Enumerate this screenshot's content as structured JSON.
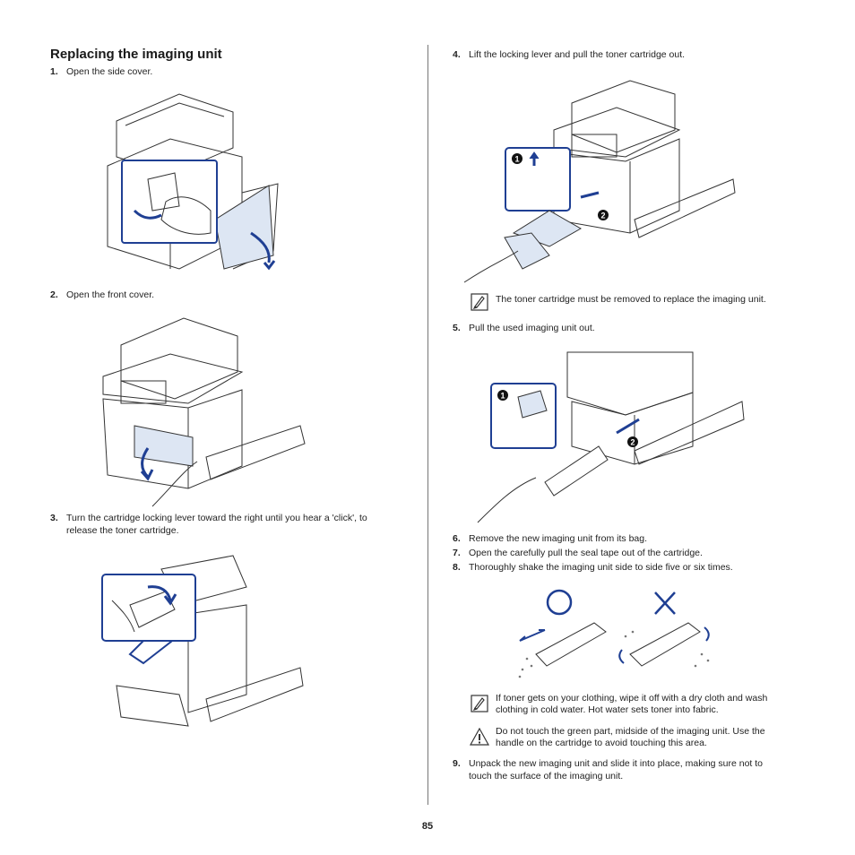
{
  "section_title": "Replacing the imaging unit",
  "steps": [
    {
      "num": "1.",
      "text": "Open the side cover."
    },
    {
      "num": "2.",
      "text": "Open the front cover."
    },
    {
      "num": "3.",
      "text": "Turn the cartridge locking lever toward the right until you hear a 'click', to",
      "text2": "release the toner cartridge."
    },
    {
      "num": "4.",
      "text": "Lift the locking lever and pull the toner cartridge out."
    },
    {
      "num": "5.",
      "text": "Pull the used imaging unit out."
    },
    {
      "num": "6.",
      "text": "Remove the new imaging unit from its bag."
    },
    {
      "num": "7.",
      "text": "Open the carefully pull the seal tape out of the cartridge."
    },
    {
      "num": "8.",
      "text": "Thoroughly shake the imaging unit side to side five or six times."
    },
    {
      "num": "9.",
      "text": "Unpack the new imaging unit and slide it into place, making sure not to",
      "text2": "touch the surface of the imaging unit."
    }
  ],
  "notes": {
    "toner_removal": "The toner cartridge must be removed to replace the imaging unit.",
    "clothing_line1": "If toner gets on your clothing, wipe it off with a dry cloth and wash",
    "clothing_line2": "clothing in cold water. Hot water sets toner into fabric.",
    "warning_line1": "Do not touch the green part, midside of the imaging unit. Use the",
    "warning_line2": "handle on the cartridge to avoid touching this area."
  },
  "callouts": {
    "one": "1",
    "two": "2"
  },
  "page_number": "85",
  "colors": {
    "accent_blue": "#1f3f93",
    "callout_fill": "#dde6f3",
    "line": "#333333"
  }
}
